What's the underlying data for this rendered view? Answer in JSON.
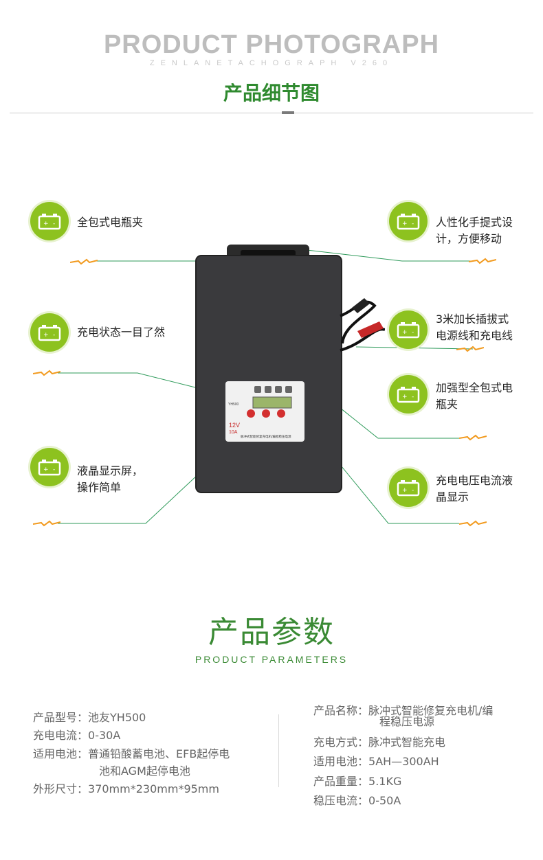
{
  "header": {
    "title": "PRODUCT PHOTOGRAPH",
    "subtitle": "ZENLANETACHOGRAPH V260",
    "cn_title": "产品细节图"
  },
  "features": [
    {
      "label": "全包式电瓶夹"
    },
    {
      "label": "充电状态一目了然"
    },
    {
      "label": "液晶显示屏，\n操作简单"
    },
    {
      "label": "人性化手提式设\n计，方便移动"
    },
    {
      "label": "3米加长插拔式\n电源线和充电线"
    },
    {
      "label": "加强型全包式电\n瓶夹"
    },
    {
      "label": "充电电压电流液\n晶显示"
    }
  ],
  "device": {
    "panel_text_1": "12V",
    "panel_text_2": "10A",
    "panel_model": "YH500",
    "panel_caption": "脉冲式智能修复充电机/编程稳压电源"
  },
  "params_section": {
    "title": "产品参数",
    "subtitle": "PRODUCT PARAMETERS"
  },
  "params_left": [
    {
      "key": "产品型号：",
      "value": "池友YH500"
    },
    {
      "key": "充电电流：",
      "value": "0-30A"
    },
    {
      "key": "适用电池：",
      "value": "普通铅酸蓄电池、EFB起停电",
      "value2": "池和AGM起停电池"
    },
    {
      "key": "外形尺寸：",
      "value": "370mm*230mm*95mm"
    }
  ],
  "params_right": [
    {
      "key": "产品名称：",
      "value": "脉冲式智能修复充电机/编",
      "value2": "程稳压电源"
    },
    {
      "key": "充电方式：",
      "value": "脉冲式智能充电"
    },
    {
      "key": "适用电池：",
      "value": "5AH—300AH"
    },
    {
      "key": "产品重量：",
      "value": "5.1KG"
    },
    {
      "key": "稳压电流：",
      "value": "0-50A"
    }
  ],
  "colors": {
    "accent_green": "#8dc21f",
    "title_green": "#2f8a2f",
    "bolt_orange": "#f29a1e"
  }
}
